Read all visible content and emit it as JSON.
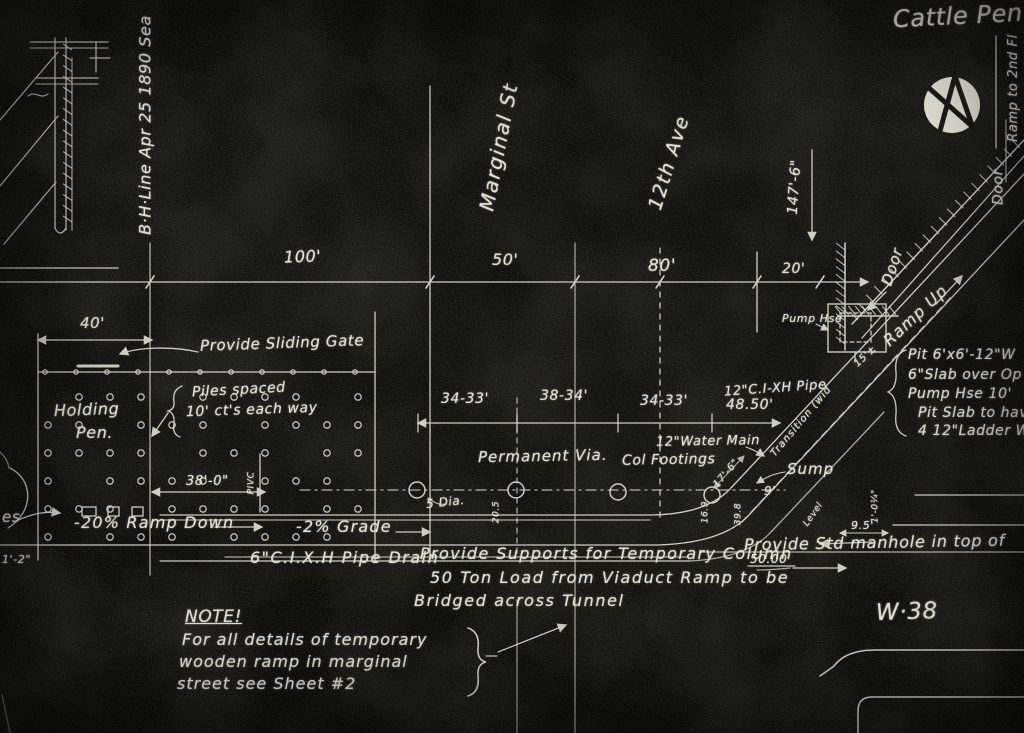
{
  "meta": {
    "ink_color": "#dcd8ca",
    "paper_color": "#0e0e0c",
    "style": "photostat blueprint scan (white on black)"
  },
  "streets": {
    "marginal": "Marginal St",
    "twelfth_ave": "12th Ave",
    "w38": "W·38",
    "bh_line": "B·H·Line Apr 25 1890 Sea"
  },
  "top_right": {
    "cattle_pen": "Cattle Pen",
    "ramp_to_2nd_fl": "Ramp to 2nd Fl",
    "door_upper": "Door",
    "door_lower": "Door",
    "dim_147_6": "147'-6\"",
    "survey_marker_icon": "circle-transit-marker"
  },
  "dimensions": {
    "d100": "100'",
    "d50": "50'",
    "d80": "80'",
    "d20": "20'",
    "d40": "40'",
    "d38_0": "38'-0\"",
    "d34_33_a": "34-33'",
    "d38_34": "38-34'",
    "d34_33_b": "34-33'",
    "d48_50": "48.50'",
    "d17_6": "17'-6\"",
    "d9": "9'",
    "d9_5": "9.5'",
    "d15": "15'±",
    "d1_0": "1'-0¼\"",
    "d1_2": "1'-2\"",
    "elev_50": "50.00",
    "v20_5": "20.5",
    "v16_9": "16.9",
    "v39_8": "39.8"
  },
  "pen_area": {
    "holding_1": "Holding",
    "holding_2": "Pen.",
    "sliding_gate": "Provide Sliding Gate",
    "piles_1": "Piles spaced",
    "piles_2": "10' ct's each way",
    "pivc": "PIVC",
    "es": "es"
  },
  "ramp_street": {
    "ramp_down": "-20% Ramp Down",
    "grade": "-2% Grade",
    "pipe_drain": "6\"C.I.X.H Pipe Drain"
  },
  "viaduct": {
    "permanent_via": "Permanent Via.",
    "col_footings": "Col Footings",
    "dia": "5 Dia.",
    "water_main": "12\"Water Main",
    "ci_xh_pipe": "12\"C.I-XH Pipe"
  },
  "pump_area": {
    "pump_hse": "Pump Hse",
    "ramp_up": "Ramp Up",
    "sump": "Sump",
    "level": "Level",
    "transition": "Transition (wid",
    "manhole": "Provide Std manhole in top of",
    "pit_1": "Pit 6'x6'-12\"W",
    "pit_2": "6\"Slab over Op",
    "pit_3": "Pump Hse 10'",
    "pit_4": "Pit Slab to hav",
    "pit_5": "4 12\"Ladder W"
  },
  "notes": {
    "supports_1": "Provide Supports for Temporary Column",
    "supports_2": "50 Ton Load from Viaduct Ramp to be",
    "supports_3": "Bridged across Tunnel",
    "note_title": "NOTE!",
    "note_1": "For all details of temporary",
    "note_2": "wooden ramp in marginal",
    "note_3": "street see Sheet #2"
  }
}
